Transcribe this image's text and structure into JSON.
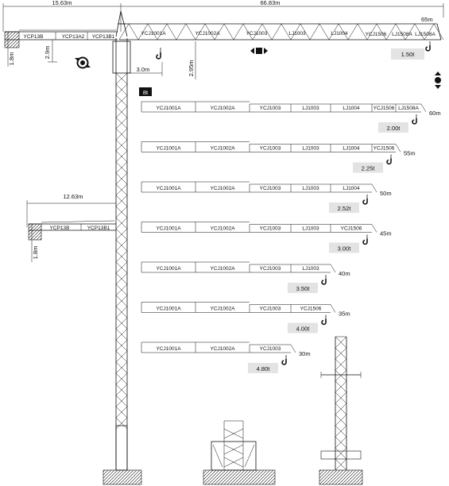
{
  "dimensions": {
    "counter_jib_length": "15.63m",
    "main_jib_length": "66.83m",
    "short_counter_jib_length": "12.63m",
    "ballast_height": "1.8m",
    "ballast_height_2": "1.8m",
    "counter_jib_height": "2.9m",
    "trolley_offset": "3.0m",
    "hook_height": "2.95m"
  },
  "counter_jib_sections": [
    "YCP13B",
    "YCP13A2",
    "YCP13B1"
  ],
  "short_counter_jib_sections": [
    "YCP13B",
    "YCP13B1"
  ],
  "main_jib_sections": [
    "YCJ1001A",
    "YCJ1002A",
    "YCJ1003",
    "LJ1003",
    "LJ1004",
    "YCJ1506",
    "LJ1508A",
    "LJ1508A"
  ],
  "main_jib_length_label": "65m",
  "main_jib_tip_load": "1.50t",
  "max_load_badge": "8t",
  "jib_configurations": [
    {
      "length": "60m",
      "tip_load": "2.00t",
      "sections": [
        "YCJ1001A",
        "YCJ1002A",
        "YCJ1003",
        "LJ1003",
        "LJ1004",
        "YCJ1506",
        "LJ1508A"
      ]
    },
    {
      "length": "55m",
      "tip_load": "2.25t",
      "sections": [
        "YCJ1001A",
        "YCJ1002A",
        "YCJ1003",
        "LJ1003",
        "LJ1004",
        "YCJ1506"
      ]
    },
    {
      "length": "50m",
      "tip_load": "2.52t",
      "sections": [
        "YCJ1001A",
        "YCJ1002A",
        "YCJ1003",
        "LJ1003",
        "LJ1004"
      ]
    },
    {
      "length": "45m",
      "tip_load": "3.00t",
      "sections": [
        "YCJ1001A",
        "YCJ1002A",
        "YCJ1003",
        "LJ1003",
        "YCJ1506"
      ]
    },
    {
      "length": "40m",
      "tip_load": "3.50t",
      "sections": [
        "YCJ1001A",
        "YCJ1002A",
        "YCJ1003",
        "LJ1003"
      ]
    },
    {
      "length": "35m",
      "tip_load": "4.00t",
      "sections": [
        "YCJ1001A",
        "YCJ1002A",
        "YCJ1003",
        "YCJ1506"
      ]
    },
    {
      "length": "30m",
      "tip_load": "4.80t",
      "sections": [
        "YCJ1001A",
        "YCJ1002A",
        "YCJ1003"
      ]
    }
  ],
  "icons": [
    "rotation-icon",
    "trolley-travel-icon",
    "hoist-up-down-icon",
    "hook-icon"
  ],
  "colors": {
    "line": "#111111",
    "badge_bg": "#e3e3e3",
    "max_badge_bg": "#111111"
  }
}
